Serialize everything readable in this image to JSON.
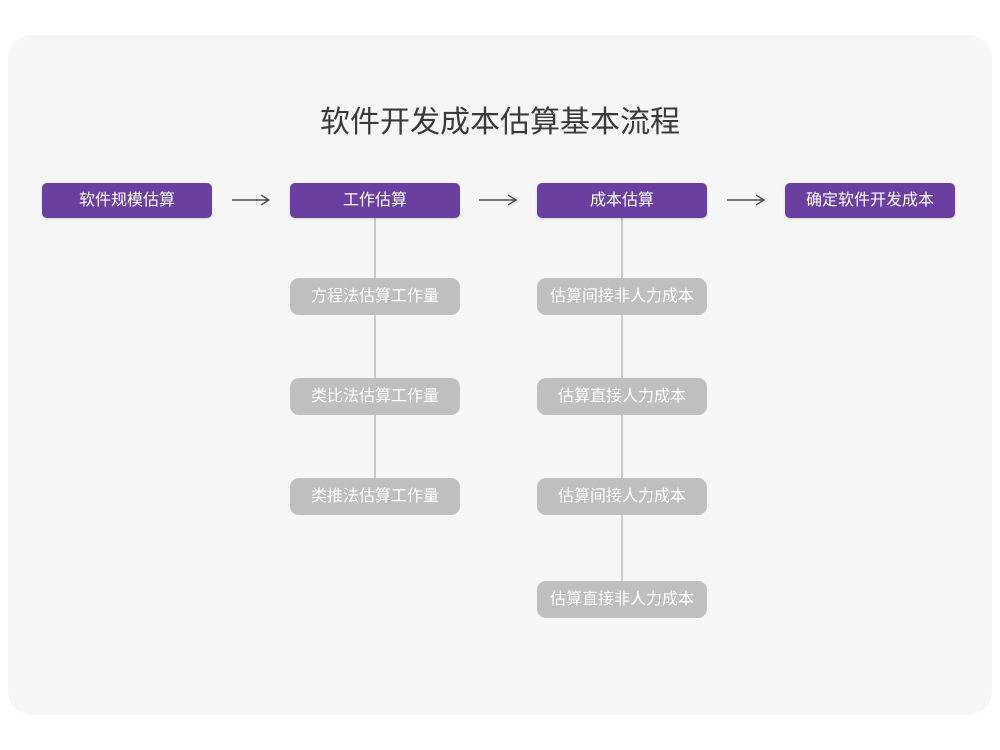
{
  "page": {
    "title": "软件开发成本估算基本流程"
  },
  "colors": {
    "page_bg": "#ffffff",
    "card_bg": "#f6f6f7",
    "primary_node": "#6b3fa0",
    "secondary_node": "#bfbfbf",
    "connector_line": "#c9c9c9",
    "arrow": "#4d4d4d",
    "title_text": "#3a3a3a",
    "node_text": "#ffffff"
  },
  "flow": {
    "main_steps": [
      {
        "label": "软件规模估算"
      },
      {
        "label": "工作估算"
      },
      {
        "label": "成本估算"
      },
      {
        "label": "确定软件开发成本"
      }
    ],
    "work_estimation_methods": [
      {
        "label": "方程法估算工作量"
      },
      {
        "label": "类比法估算工作量"
      },
      {
        "label": "类推法估算工作量"
      }
    ],
    "cost_estimation_items": [
      {
        "label": "估算间接非人力成本"
      },
      {
        "label": "估算直接人力成本"
      },
      {
        "label": "估算间接人力成本"
      },
      {
        "label": "估算直接非人力成本"
      }
    ]
  }
}
